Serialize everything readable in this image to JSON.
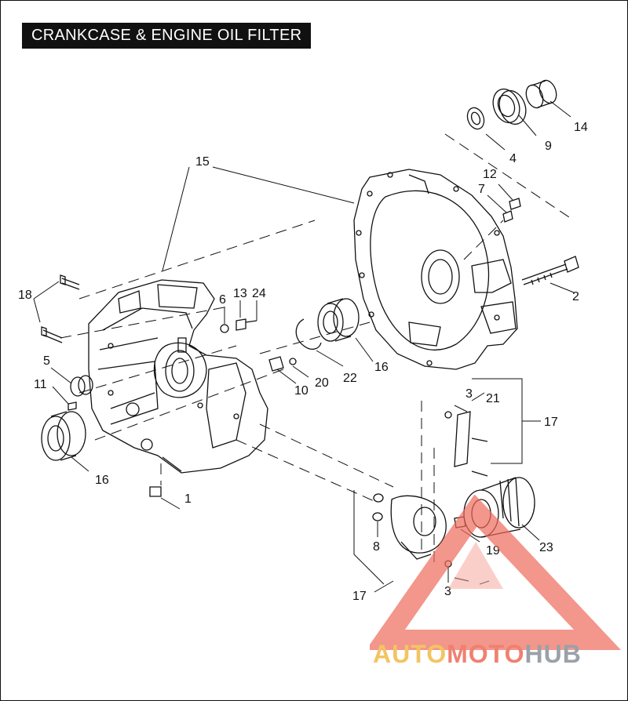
{
  "title": "CRANKCASE & ENGINE OIL FILTER",
  "callouts": [
    {
      "id": "c1",
      "text": "1"
    },
    {
      "id": "c2",
      "text": "2"
    },
    {
      "id": "c3a",
      "text": "3"
    },
    {
      "id": "c3b",
      "text": "3"
    },
    {
      "id": "c4",
      "text": "4"
    },
    {
      "id": "c5",
      "text": "5"
    },
    {
      "id": "c6",
      "text": "6"
    },
    {
      "id": "c7",
      "text": "7"
    },
    {
      "id": "c8",
      "text": "8"
    },
    {
      "id": "c9",
      "text": "9"
    },
    {
      "id": "c10",
      "text": "10"
    },
    {
      "id": "c11",
      "text": "11"
    },
    {
      "id": "c12",
      "text": "12"
    },
    {
      "id": "c13",
      "text": "13"
    },
    {
      "id": "c14",
      "text": "14"
    },
    {
      "id": "c15",
      "text": "15"
    },
    {
      "id": "c16a",
      "text": "16"
    },
    {
      "id": "c16b",
      "text": "16"
    },
    {
      "id": "c17a",
      "text": "17"
    },
    {
      "id": "c17b",
      "text": "17"
    },
    {
      "id": "c18",
      "text": "18"
    },
    {
      "id": "c19",
      "text": "19"
    },
    {
      "id": "c20",
      "text": "20"
    },
    {
      "id": "c21",
      "text": "21"
    },
    {
      "id": "c22",
      "text": "22"
    },
    {
      "id": "c23",
      "text": "23"
    },
    {
      "id": "c24",
      "text": "24"
    }
  ],
  "watermark": {
    "part1": "AUTO",
    "part2": "MOTO",
    "part3": "HUB",
    "colors": {
      "auto": "#f3c463",
      "moto": "#f08070",
      "hub": "#9aa1a8",
      "triangle": "#ee6a5a"
    }
  }
}
